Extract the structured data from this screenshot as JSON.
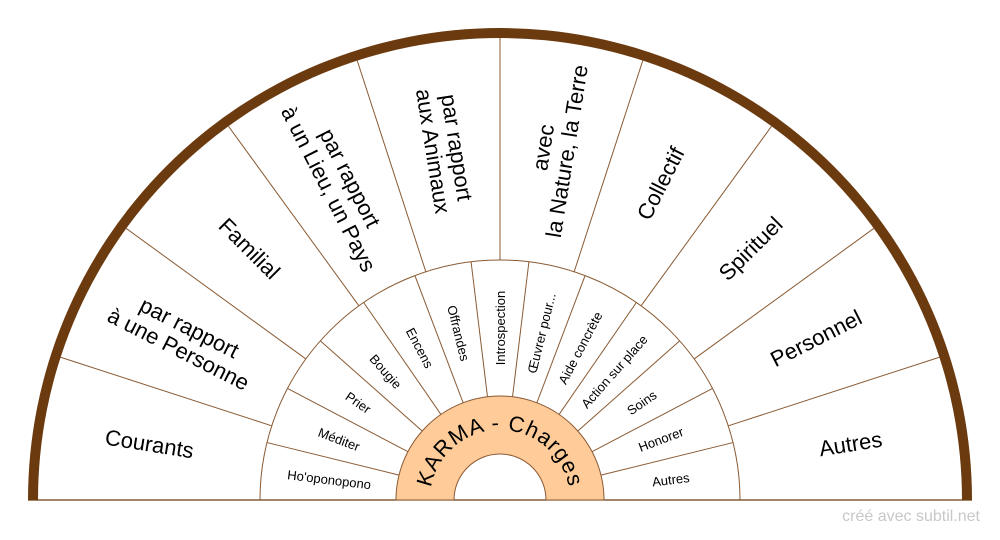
{
  "center": {
    "label": "KARMA - Charges"
  },
  "outer_sectors": [
    [
      "Courants"
    ],
    [
      "par rapport",
      "à une Personne"
    ],
    [
      "Familial"
    ],
    [
      "par rapport",
      "à un Lieu, un Pays"
    ],
    [
      "par rapport",
      "aux Animaux"
    ],
    [
      "avec",
      "la Nature, la Terre"
    ],
    [
      "Collectif"
    ],
    [
      "Spirituel"
    ],
    [
      "Personnel"
    ],
    [
      "Autres"
    ]
  ],
  "inner_sectors": [
    "Ho'oponopono",
    "Méditer",
    "Prier",
    "Bougie",
    "Encens",
    "Offrandes",
    "Introspection",
    "Œuvrer pour...",
    "Aide concrète",
    "Action sur place",
    "Soins",
    "Honorer",
    "Autres"
  ],
  "credit": "créé avec subtil.net",
  "colors": {
    "rim": "#6b3a0f",
    "divider": "#8a5a33",
    "center_fill": "#ffcc99",
    "background": "#ffffff"
  }
}
